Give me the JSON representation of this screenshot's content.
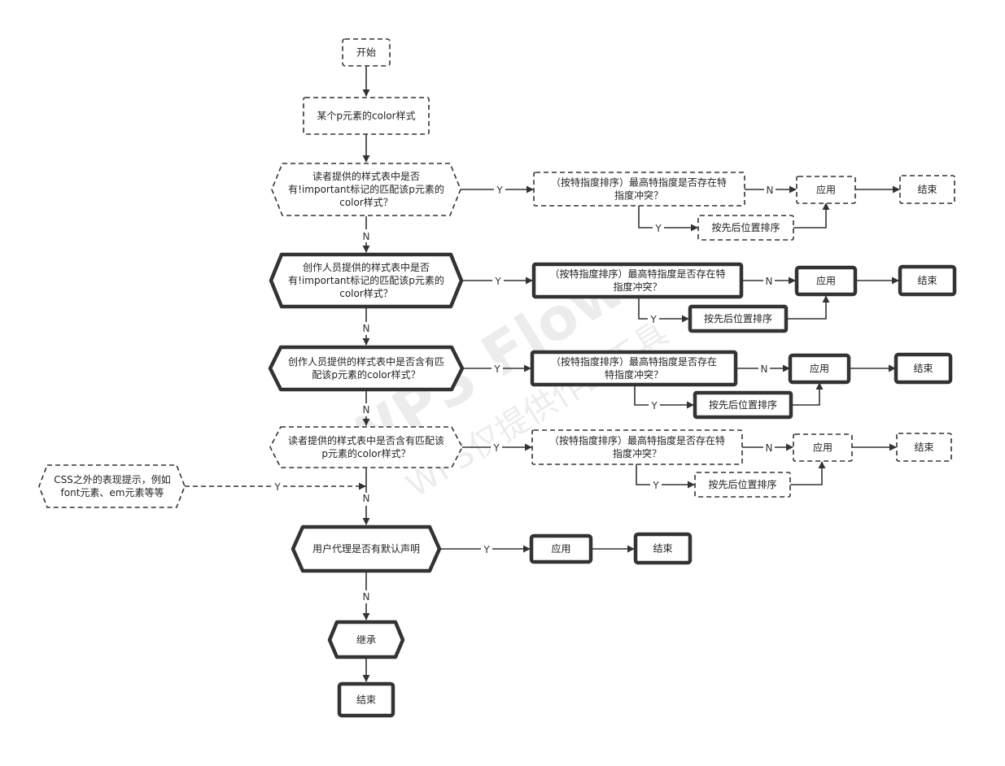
{
  "nodes": {
    "start": "开始",
    "p_color": "某个p元素的color样式",
    "q1": "读者提供的样式表中是否\n有!important标记的匹配该p元素的\ncolor样式？",
    "q1_spec": "（按特指度排序）最高特指度是否存在特\n指度冲突？",
    "q1_apply": "应用",
    "q1_end": "结束",
    "q1_pos": "按先后位置排序",
    "q2": "创作人员提供的样式表中是否\n有!important标记的匹配该p元素的\ncolor样式？",
    "q2_spec": "（按特指度排序）最高特指度是否存在特\n指度冲突？",
    "q2_apply": "应用",
    "q2_end": "结束",
    "q2_pos": "按先后位置排序",
    "q3": "创作人员提供的样式表中是否含有匹\n配该p元素的color样式？",
    "q3_spec": "（按特指度排序）最高特指度是否存在\n特指度冲突？",
    "q3_apply": "应用",
    "q3_end": "结束",
    "q3_pos": "按先后位置排序",
    "q4": "读者提供的样式表中是否含有匹配该\np元素的color样式？",
    "q4_spec": "（按特指度排序）最高特指度是否存在特\n指度冲突？",
    "q4_apply": "应用",
    "q4_end": "结束",
    "q4_pos": "按先后位置排序",
    "css_hint": "CSS之外的表现提示，例如\nfont元素、em元素等等",
    "ua": "用户代理是否有默认声明",
    "ua_apply": "应用",
    "ua_end": "结束",
    "inherit": "继承",
    "final_end": "结束"
  },
  "edge_labels": {
    "yes": "Y",
    "no": "N"
  },
  "watermark": {
    "line1": "WPS Flow",
    "line2": "WPS仅提供作图工具"
  }
}
